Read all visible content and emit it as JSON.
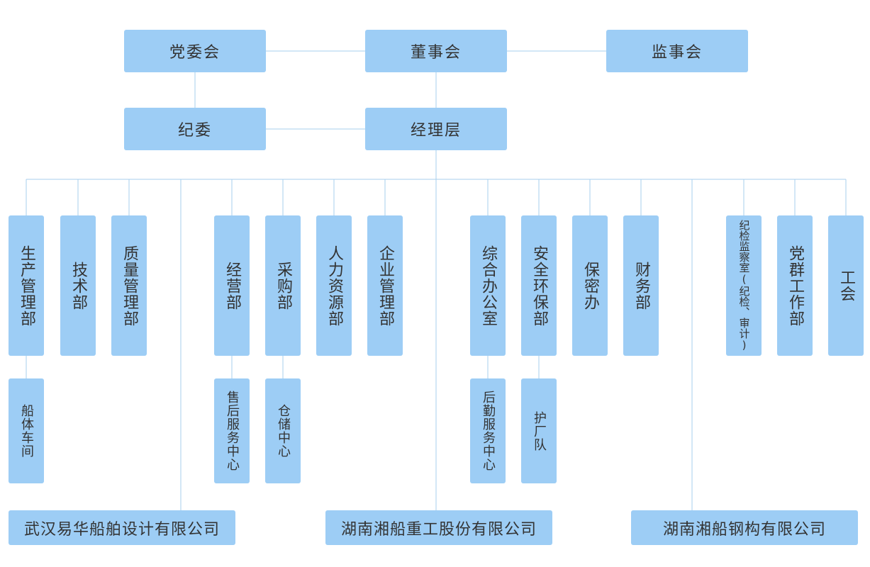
{
  "top": {
    "party_committee": "党委会",
    "board": "董事会",
    "supervisory_board": "监事会"
  },
  "second": {
    "discipline_committee": "纪委",
    "management": "经理层"
  },
  "departments": [
    "生产管理部",
    "技术部",
    "质量管理部",
    "经营部",
    "采购部",
    "人力资源部",
    "企业管理部",
    "综合办公室",
    "安全环保部",
    "保密办",
    "财务部",
    "纪检监察室(纪检、审计)",
    "党群工作部",
    "工会"
  ],
  "sub_units": {
    "hull_workshop": "船体车间",
    "after_sales": "售后服务中心",
    "warehouse": "仓储中心",
    "logistics": "后勤服务中心",
    "guard_team": "护厂队"
  },
  "companies": [
    "武汉易华船舶设计有限公司",
    "湖南湘船重工股份有限公司",
    "湖南湘船钢构有限公司"
  ],
  "colors": {
    "box_fill": "#9dcdf5",
    "line": "#a7cfee",
    "text": "#333333"
  }
}
